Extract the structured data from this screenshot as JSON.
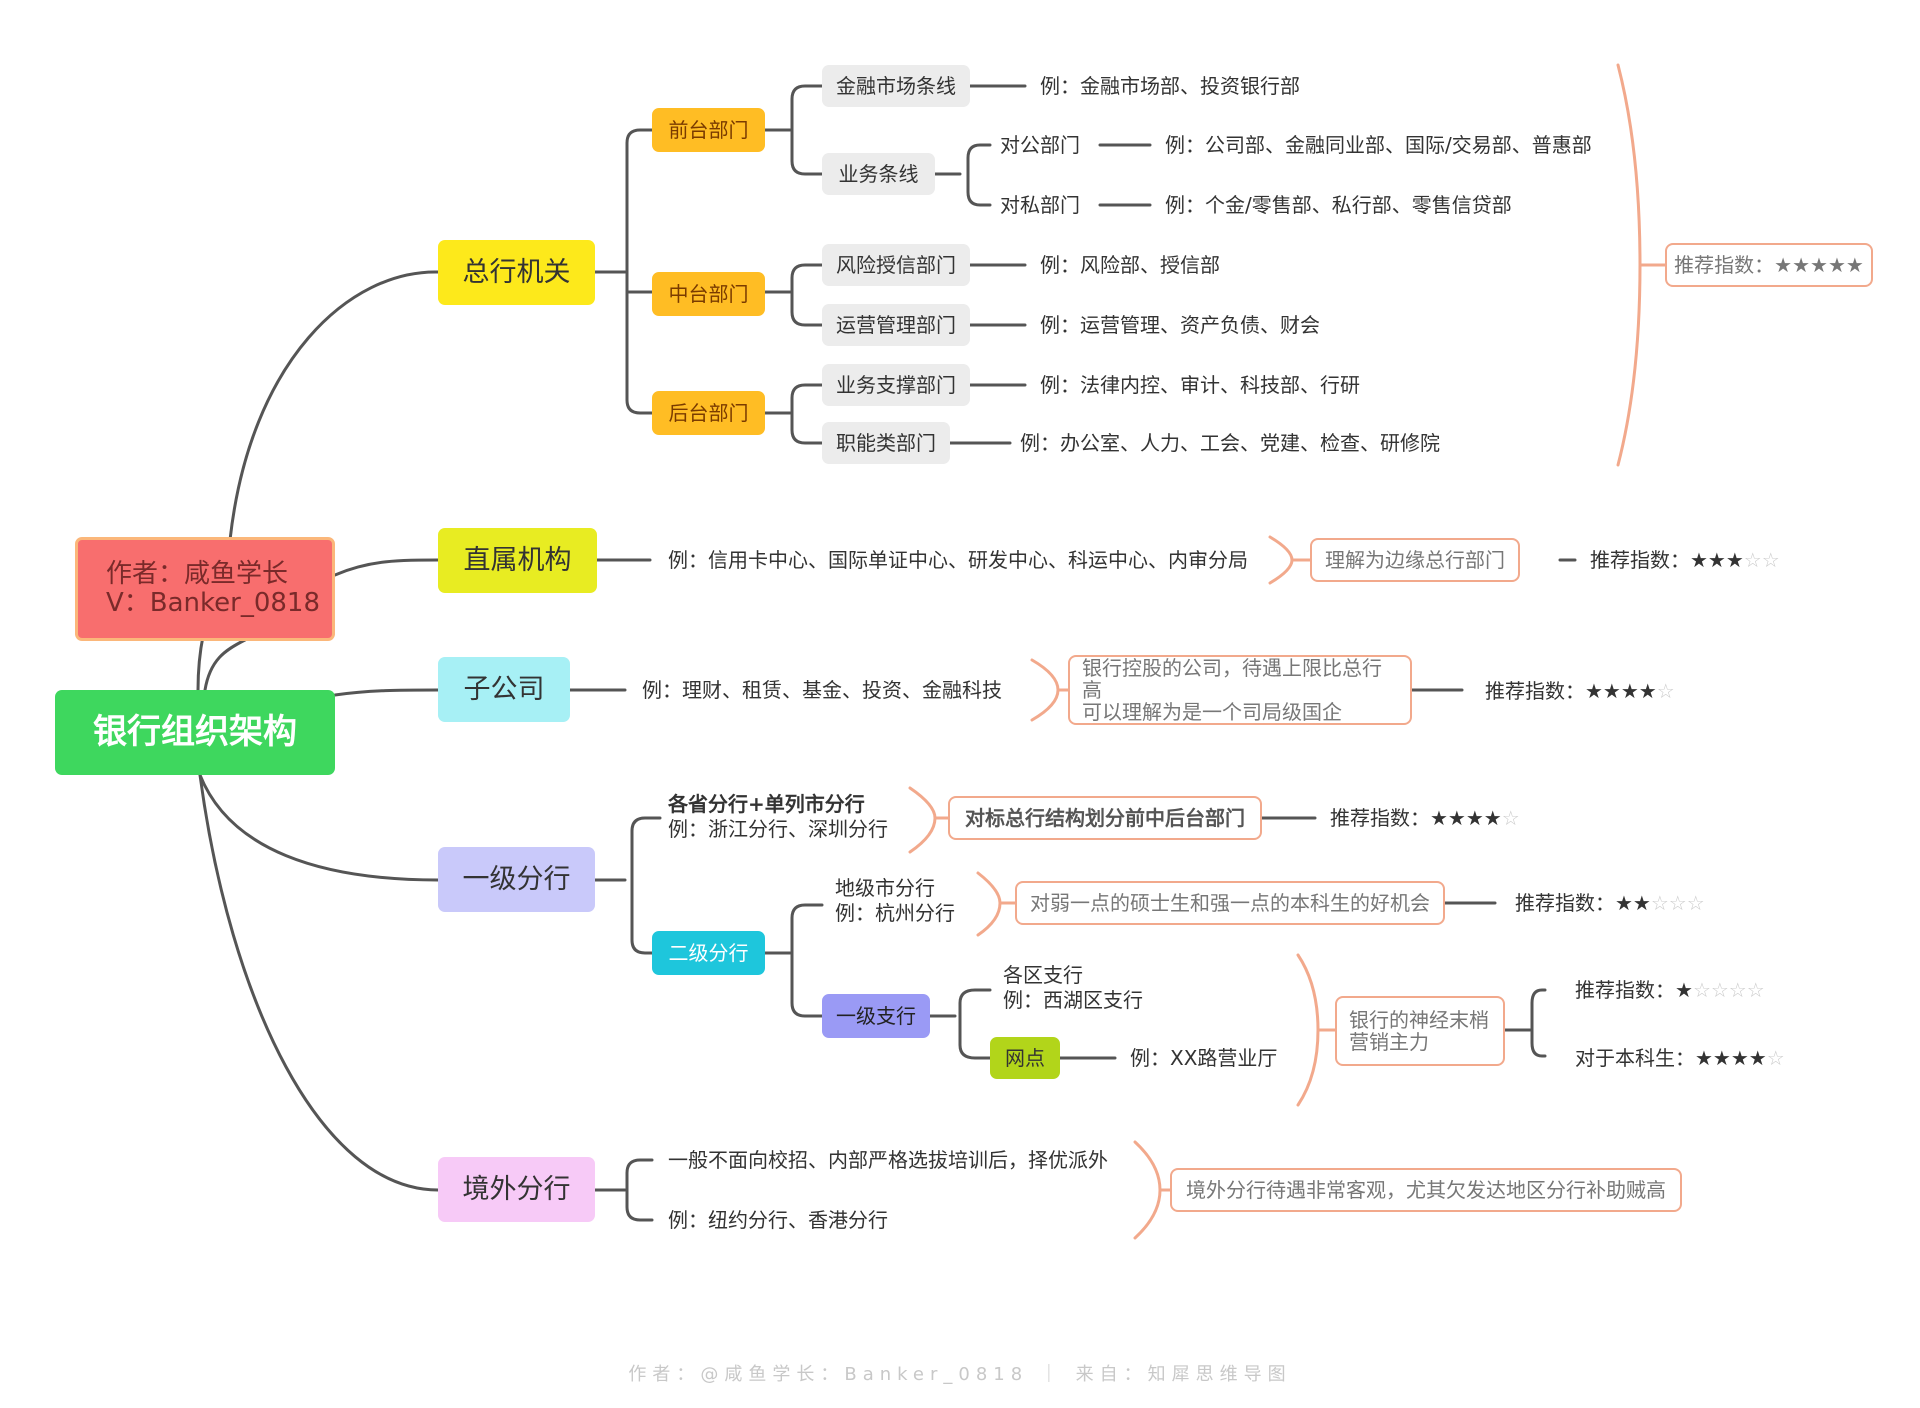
{
  "root": "银行组织架构",
  "author": {
    "line1": "作者：咸鱼学长",
    "line2": "V：Banker_0818"
  },
  "zonghang": {
    "label": "总行机关",
    "qiantai": {
      "label": "前台部门",
      "jinrong": {
        "label": "金融市场条线",
        "example": "例：金融市场部、投资银行部"
      },
      "yewu": {
        "label": "业务条线",
        "duigong": {
          "label": "对公部门",
          "example": "例：公司部、金融同业部、国际/交易部、普惠部"
        },
        "duisi": {
          "label": "对私部门",
          "example": "例：个金/零售部、私行部、零售信贷部"
        }
      }
    },
    "zhongtai": {
      "label": "中台部门",
      "fengxian": {
        "label": "风险授信部门",
        "example": "例：风险部、授信部"
      },
      "yunying": {
        "label": "运营管理部门",
        "example": "例：运营管理、资产负债、财会"
      }
    },
    "houtai": {
      "label": "后台部门",
      "zhicheng": {
        "label": "业务支撑部门",
        "example": "例：法律内控、审计、科技部、行研"
      },
      "zhineng": {
        "label": "职能类部门",
        "example": "例：办公室、人力、工会、党建、检查、研修院"
      }
    },
    "rating": "推荐指数：★★★★★"
  },
  "zhishu": {
    "label": "直属机构",
    "example": "例：信用卡中心、国际单证中心、研发中心、科运中心、内审分局",
    "note": "理解为边缘总行部门",
    "rating_label": "推荐指数：",
    "rating_filled": "★★★",
    "rating_empty": "☆☆"
  },
  "zigongsi": {
    "label": "子公司",
    "example": "例：理财、租赁、基金、投资、金融科技",
    "note_line1": "银行控股的公司，待遇上限比总行高",
    "note_line2": "可以理解为是一个司局级国企",
    "rating_label": "推荐指数：",
    "rating_filled": "★★★★",
    "rating_empty": "☆"
  },
  "yiji": {
    "label": "一级分行",
    "sheng": {
      "title": "各省分行+单列市分行",
      "example": "例：浙江分行、深圳分行",
      "note": "对标总行结构划分前中后台部门",
      "rating_label": "推荐指数：",
      "rating_filled": "★★★★",
      "rating_empty": "☆"
    },
    "erji": {
      "label": "二级分行",
      "diji": {
        "title": "地级市分行",
        "example": "例：杭州分行",
        "note": "对弱一点的硕士生和强一点的本科生的好机会",
        "rating_label": "推荐指数：",
        "rating_filled": "★★",
        "rating_empty": "☆☆☆"
      },
      "zhihang": {
        "label": "一级支行",
        "gequ": {
          "title": "各区支行",
          "example": "例：西湖区支行"
        },
        "wangdian": {
          "label": "网点",
          "example": "例：XX路营业厅"
        },
        "note_line1": "银行的神经末梢",
        "note_line2": "营销主力",
        "rating1_label": "推荐指数：",
        "rating1_filled": "★",
        "rating1_empty": "☆☆☆☆",
        "rating2_label": "对于本科生：",
        "rating2_filled": "★★★★",
        "rating2_empty": "☆"
      }
    }
  },
  "jingwai": {
    "label": "境外分行",
    "line1": "一般不面向校招、内部严格选拔培训后，择优派外",
    "line2": "例：纽约分行、香港分行",
    "note": "境外分行待遇非常客观，尤其欠发达地区分行补助贼高"
  },
  "footer": "作者：@咸鱼学长：Banker_0818 ｜ 来自：知犀思维导图",
  "colors": {
    "root": "#3ed75e",
    "author": "#f86e6e",
    "zonghang": "#fde91b",
    "zhishu": "#e8ec22",
    "zigongsi": "#a7f0f5",
    "yiji": "#c9c9fa",
    "jingwai": "#f7caf7",
    "dept_orange": "#ffbd24",
    "erji": "#1ec6dc",
    "zhihang": "#9a9af5",
    "wangdian": "#b2d51a",
    "note_border": "#f2a98c",
    "connector": "#555555"
  }
}
